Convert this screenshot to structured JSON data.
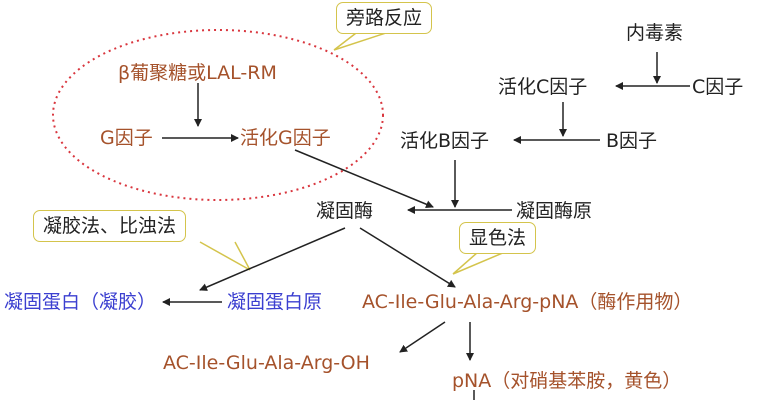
{
  "colors": {
    "text": "#222222",
    "brown": "#a5522b",
    "blue": "#3b3fd0",
    "ellipse": "#d9363e",
    "callout_border": "#d4c44c",
    "arrow": "#222222"
  },
  "nodes": {
    "endotoxin": "内毒素",
    "factor_c_active": "活化C因子",
    "factor_c": "C因子",
    "factor_b_active": "活化B因子",
    "factor_b": "B因子",
    "glucan": "β葡聚糖或LAL-RM",
    "factor_g": "G因子",
    "factor_g_active": "活化G因子",
    "clotting_enzyme": "凝固酶",
    "proclotting_enzyme": "凝固酶原",
    "coagulin": "凝固蛋白（凝胶）",
    "coagulogen": "凝固蛋白原",
    "substrate": "AC-Ile-Glu-Ala-Arg-pNA（酶作用物）",
    "peptide": "AC-Ile-Glu-Ala-Arg-OH",
    "pna": "pNA（对硝基苯胺，黄色）"
  },
  "callouts": {
    "bypass": "旁路反应",
    "gel_method": "凝胶法、比浊法",
    "chromogenic_method": "显色法"
  }
}
